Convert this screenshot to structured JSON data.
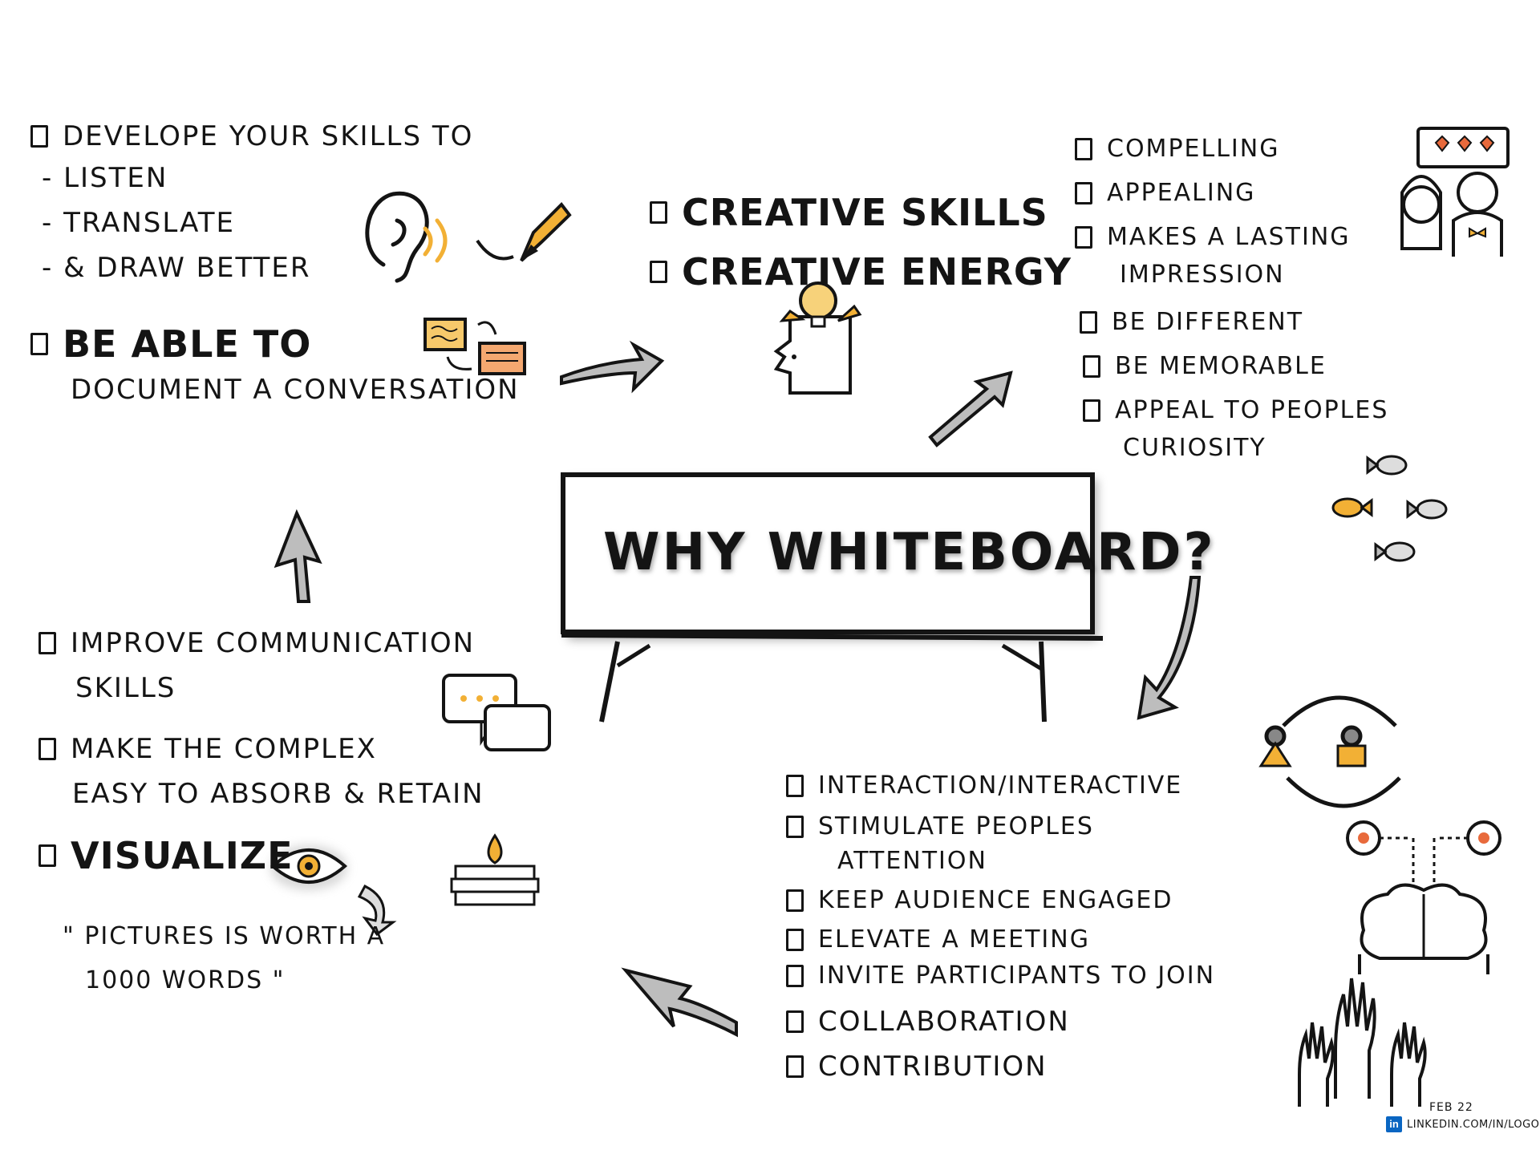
{
  "center": {
    "title": "WHY WHITEBOARD?"
  },
  "top_left": {
    "item1": "DEVELOPE YOUR SKILLS TO",
    "sub1": "- LISTEN",
    "sub2": "- TRANSLATE",
    "sub3": "- & DRAW BETTER",
    "item2_line1": "BE ABLE TO",
    "item2_line2": "DOCUMENT A CONVERSATION"
  },
  "top_middle": {
    "item1": "CREATIVE SKILLS",
    "item2": "CREATIVE ENERGY"
  },
  "top_right": {
    "item1": "COMPELLING",
    "item2": "APPEALING",
    "item3_line1": "MAKES A LASTING",
    "item3_line2": "IMPRESSION",
    "item4": "BE DIFFERENT",
    "item5": "BE MEMORABLE",
    "item6_line1": "APPEAL TO PEOPLES",
    "item6_line2": "CURIOSITY"
  },
  "bottom_left": {
    "item1_line1": "IMPROVE COMMUNICATION",
    "item1_line2": "SKILLS",
    "item2_line1": "MAKE THE COMPLEX",
    "item2_line2": "EASY TO ABSORB & RETAIN",
    "item3": "VISUALIZE",
    "quote_line1": "\" PICTURES IS WORTH A",
    "quote_line2": "1000 WORDS \""
  },
  "bottom_right": {
    "item1": "INTERACTION/INTERACTIVE",
    "item2_line1": "STIMULATE PEOPLES",
    "item2_line2": "ATTENTION",
    "item3": "KEEP AUDIENCE ENGAGED",
    "item4": "ELEVATE A MEETING",
    "item5": "INVITE PARTICIPANTS TO JOIN",
    "item6": "COLLABORATION",
    "item7": "CONTRIBUTION"
  },
  "footer": {
    "date": "FEB 22",
    "link": "LINKEDIN.COM/IN/LOGOMONIT",
    "linkedin_badge": "in"
  },
  "colors": {
    "accent": "#f2b035",
    "ink": "#141414",
    "shadow": "#9a9a9a"
  }
}
